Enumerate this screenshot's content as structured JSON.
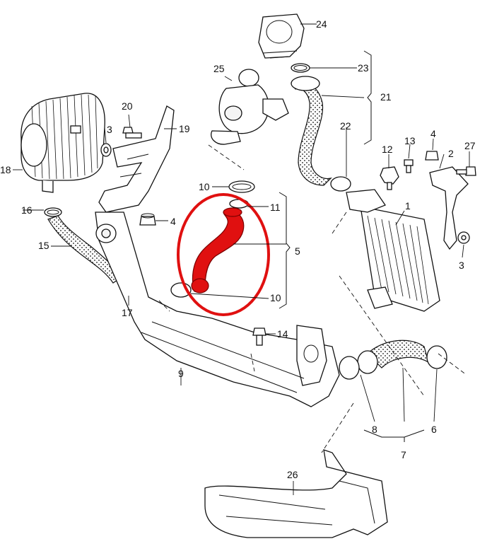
{
  "diagram": {
    "callouts": {
      "c1": "1",
      "c2": "2",
      "c3a": "3",
      "c3b": "3",
      "c4a": "4",
      "c4b": "4",
      "c5": "5",
      "c6": "6",
      "c7": "7",
      "c8": "8",
      "c9": "9",
      "c10a": "10",
      "c10b": "10",
      "c11": "11",
      "c12": "12",
      "c13": "13",
      "c14": "14",
      "c15": "15",
      "c16": "16",
      "c17": "17",
      "c18": "18",
      "c19": "19",
      "c20": "20",
      "c21": "21",
      "c22": "22",
      "c23": "23",
      "c24": "24",
      "c25": "25",
      "c26": "26",
      "c27": "27"
    },
    "highlight": {
      "color": "#e01010",
      "target_part": "5"
    },
    "hose_pattern_color": "#111111"
  }
}
